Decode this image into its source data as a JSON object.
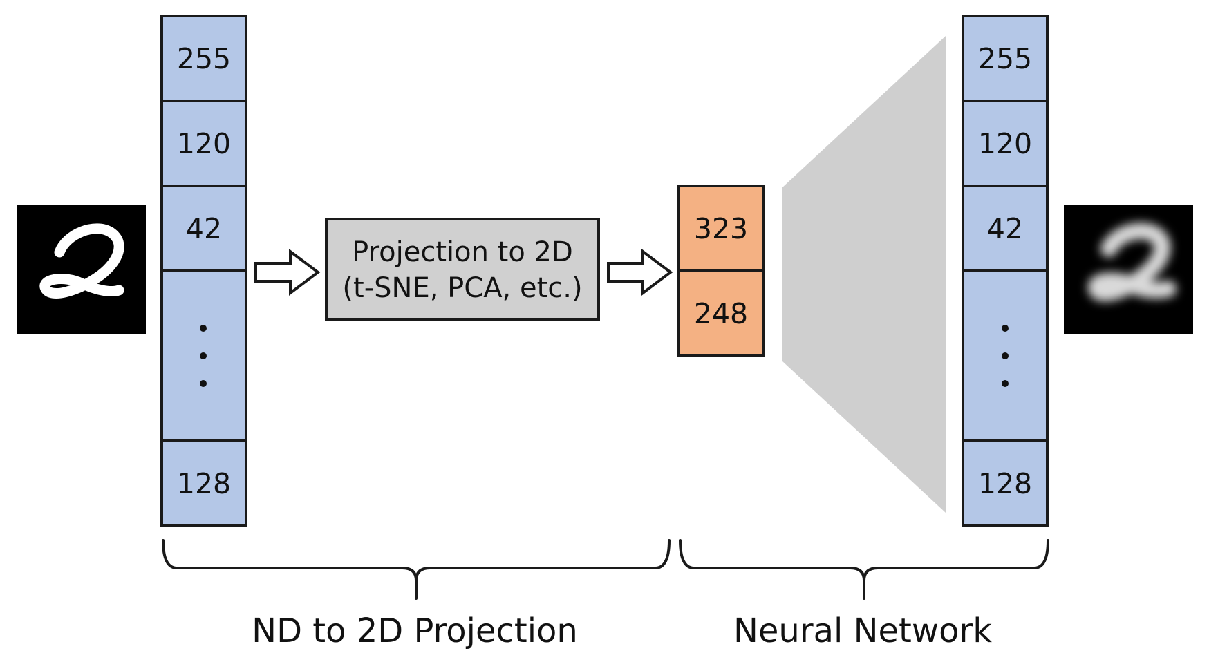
{
  "colors": {
    "vector_fill": "#b4c7e7",
    "latent_fill": "#f4b183",
    "projection_fill": "#d0d0d0",
    "decoder_fill": "#cfcfcf",
    "stroke": "#1a1a1a",
    "image_background": "#000000"
  },
  "input_image": {
    "digit": "2",
    "kind": "sharp"
  },
  "output_image": {
    "digit": "2",
    "kind": "blurred"
  },
  "input_vector": {
    "cells": [
      "255",
      "120",
      "42",
      "128"
    ]
  },
  "output_vector": {
    "cells": [
      "255",
      "120",
      "42",
      "128"
    ]
  },
  "projection_box": {
    "line1": "Projection to 2D",
    "line2": "(t-SNE, PCA, etc.)"
  },
  "latent_vector": {
    "cells": [
      "323",
      "248"
    ]
  },
  "icons": {
    "arrow": "hollow-right-arrow",
    "brace": "curly-brace-down",
    "ellipsis": "vertical-dots",
    "decoder": "trapezoid-shape"
  },
  "labels": {
    "left_brace": "ND to 2D Projection",
    "right_brace": "Neural Network"
  }
}
